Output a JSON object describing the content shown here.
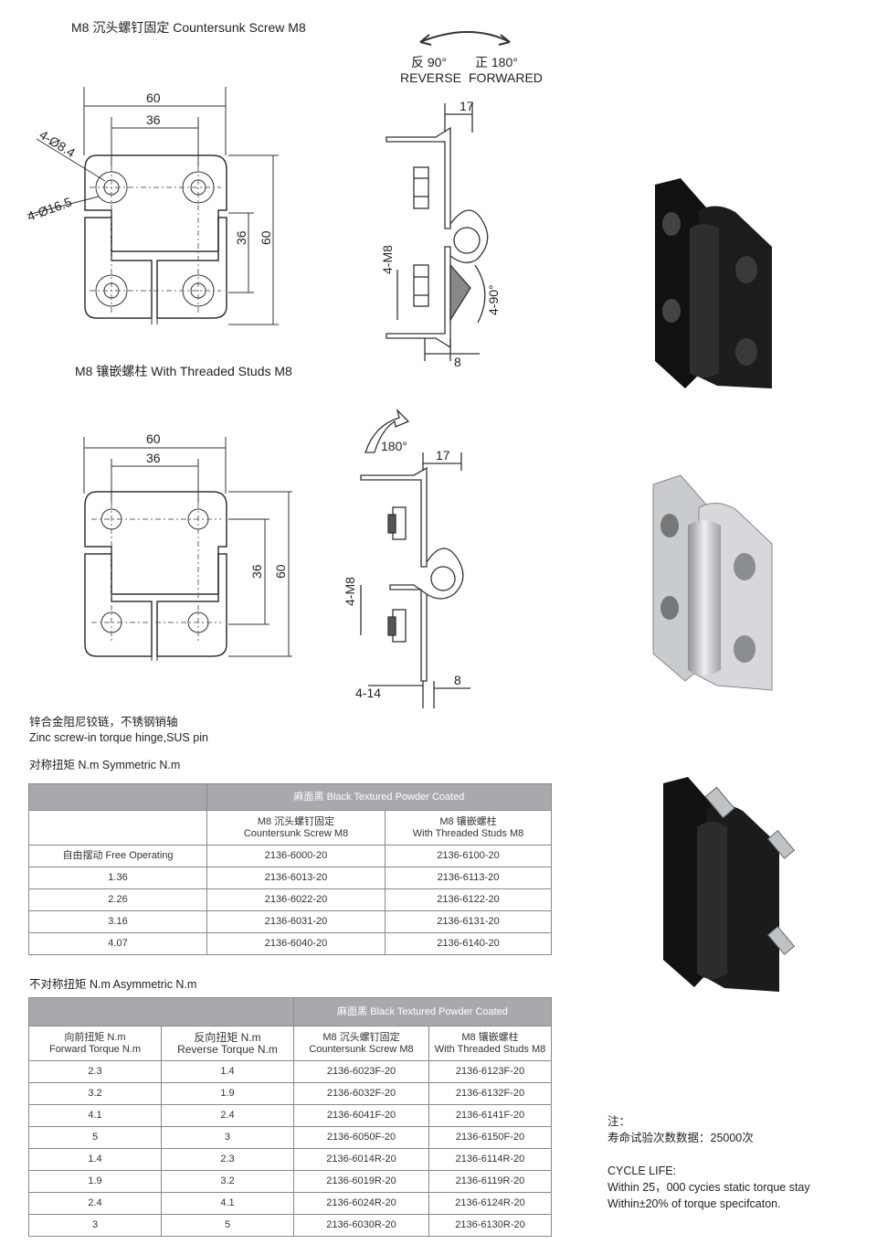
{
  "section1": {
    "title": "M8 沉头螺钉固定 Countersunk Screw M8",
    "dims": {
      "w60": "60",
      "w36": "36",
      "h36": "36",
      "h60": "60",
      "hole_small": "4-Ø8.4",
      "hole_big": "4-Ø16.5"
    },
    "side": {
      "d17": "17",
      "m8": "4-M8",
      "angle": "4-90°",
      "d8": "8"
    },
    "rotation": {
      "reverse_cn": "反 90°",
      "reverse_en": "REVERSE",
      "forward_cn": "正 180°",
      "forward_en": "FORWARED"
    }
  },
  "section2": {
    "title": "M8 镶嵌螺柱 With Threaded Studs M8",
    "dims": {
      "w60": "60",
      "w36": "36",
      "h36": "36",
      "h60": "60"
    },
    "side": {
      "rot": "180°",
      "d17": "17",
      "m8": "4-M8",
      "d14": "4-14",
      "d8": "8"
    }
  },
  "description": {
    "cn": "锌合金阻尼铰链，不锈钢销轴",
    "en": "Zinc screw-in torque hinge,SUS pin"
  },
  "sym": {
    "title": "对称扭矩 N.m Symmetric N.m",
    "finish": "麻面黑 Black Textured Powder Coated",
    "col1": {
      "cn": "M8 沉头螺钉固定",
      "en": "Countersunk Screw M8"
    },
    "col2": {
      "cn": "M8 镶嵌螺柱",
      "en": "With Threaded Studs M8"
    },
    "rows": [
      [
        "自由摆动 Free Operating",
        "2136-6000-20",
        "2136-6100-20"
      ],
      [
        "1.36",
        "2136-6013-20",
        "2136-6113-20"
      ],
      [
        "2.26",
        "2136-6022-20",
        "2136-6122-20"
      ],
      [
        "3.16",
        "2136-6031-20",
        "2136-6131-20"
      ],
      [
        "4.07",
        "2136-6040-20",
        "2136-6140-20"
      ]
    ]
  },
  "asym": {
    "title": "不对称扭矩 N.m Asymmetric N.m",
    "finish": "麻面黑 Black Textured Powder Coated",
    "colA": {
      "cn": "向前扭矩 N.m",
      "en": "Forward Torque N.m"
    },
    "colB": {
      "cn": "反向扭矩 N.m",
      "en": "Reverse Torque N.m"
    },
    "colC": {
      "cn": "M8 沉头螺钉固定",
      "en": "Countersunk Screw M8"
    },
    "colD": {
      "cn": "M8 镶嵌螺柱",
      "en": "With Threaded Studs M8"
    },
    "rows": [
      [
        "2.3",
        "1.4",
        "2136-6023F-20",
        "2136-6123F-20"
      ],
      [
        "3.2",
        "1.9",
        "2136-6032F-20",
        "2136-6132F-20"
      ],
      [
        "4.1",
        "2.4",
        "2136-6041F-20",
        "2136-6141F-20"
      ],
      [
        "5",
        "3",
        "2136-6050F-20",
        "2136-6150F-20"
      ],
      [
        "1.4",
        "2.3",
        "2136-6014R-20",
        "2136-6114R-20"
      ],
      [
        "1.9",
        "3.2",
        "2136-6019R-20",
        "2136-6119R-20"
      ],
      [
        "2.4",
        "4.1",
        "2136-6024R-20",
        "2136-6124R-20"
      ],
      [
        "3",
        "5",
        "2136-6030R-20",
        "2136-6130R-20"
      ]
    ]
  },
  "notes": {
    "label": "注：",
    "life_cn": "寿命试验次数数据：25000次",
    "cycle_title": "CYCLE LIFE:",
    "cycle_line1": "Within 25，000 cycies static torque stay",
    "cycle_line2": "Within±20% of torque specifcaton."
  }
}
